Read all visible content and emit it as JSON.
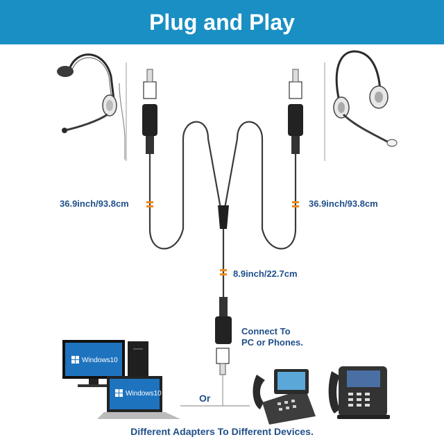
{
  "banner": {
    "title": "Plug and Play"
  },
  "labels": {
    "left_cable": "36.9inch/93.8cm",
    "right_cable": "36.9inch/93.8cm",
    "middle_cable": "8.9inch/22.7cm",
    "connect_line1": "Connect To",
    "connect_line2": "PC or Phones.",
    "or": "Or",
    "footer": "Different Adapters To Different Devices."
  },
  "screens": {
    "desktop_os": "Windows10",
    "laptop_os": "Windows10"
  },
  "colors": {
    "banner": "#1a8fc4",
    "label_text": "#1f4f8a",
    "marker": "#f0891a",
    "cable": "#3a3a3a",
    "screen": "#1e73be"
  },
  "icons": [
    "headset-left-icon",
    "headset-right-icon",
    "qd-connector-icon",
    "y-splitter-icon",
    "desktop-computer-icon",
    "laptop-icon",
    "ip-phone-icon"
  ]
}
